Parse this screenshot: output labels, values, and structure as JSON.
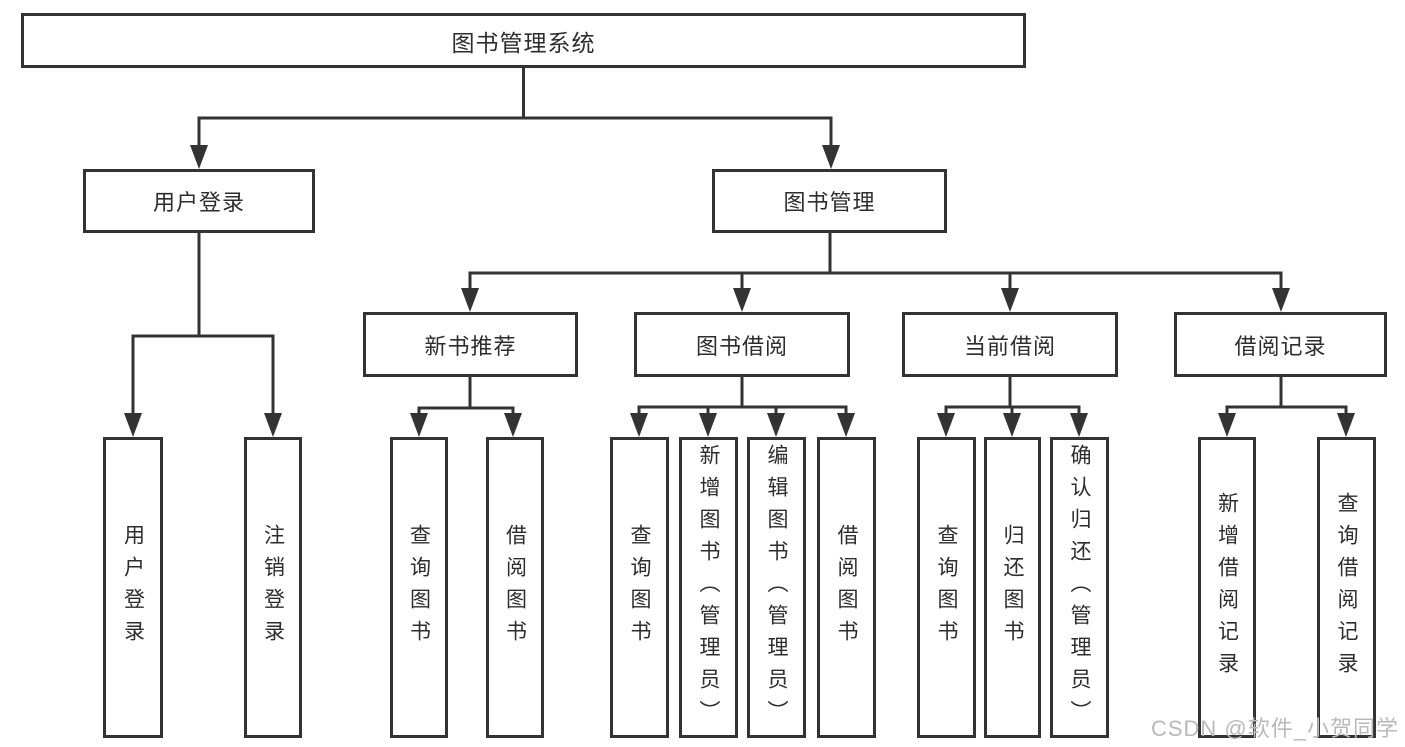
{
  "diagram": {
    "root": {
      "label": "图书管理系统"
    },
    "level2": [
      {
        "label": "用户登录"
      },
      {
        "label": "图书管理"
      }
    ],
    "level3": [
      {
        "label": "新书推荐"
      },
      {
        "label": "图书借阅"
      },
      {
        "label": "当前借阅"
      },
      {
        "label": "借阅记录"
      }
    ],
    "leaves": [
      {
        "label": "用户登录"
      },
      {
        "label": "注销登录"
      },
      {
        "label": "查询图书"
      },
      {
        "label": "借阅图书"
      },
      {
        "label": "查询图书"
      },
      {
        "label": "新增图书（管理员）"
      },
      {
        "label": "编辑图书（管理员）"
      },
      {
        "label": "借阅图书"
      },
      {
        "label": "查询图书"
      },
      {
        "label": "归还图书"
      },
      {
        "label": "确认归还（管理员）"
      },
      {
        "label": "新增借阅记录"
      },
      {
        "label": "查询借阅记录"
      }
    ],
    "watermark": "CSDN @软件_小贺同学"
  },
  "colors": {
    "line": "#333333",
    "text": "#2d2d2d",
    "watermark": "#b9b9b9",
    "background": "#ffffff"
  }
}
